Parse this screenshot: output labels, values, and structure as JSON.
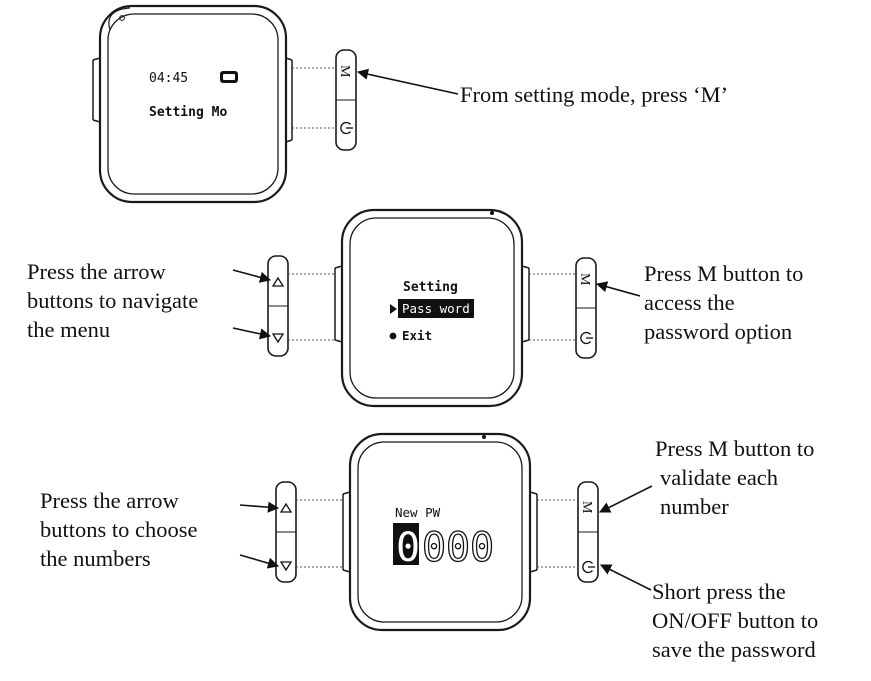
{
  "colors": {
    "ink": "#111111",
    "line": "#1a1a1a",
    "guide": "#555555",
    "background": "#ffffff",
    "highlight_bg": "#111111",
    "highlight_fg": "#ffffff"
  },
  "panel1": {
    "screen": {
      "time": "04:45",
      "battery_icon": "battery-icon",
      "mode_text": "Setting Mo"
    },
    "side_buttons": {
      "m_label": "M",
      "power_icon": "power-icon"
    },
    "caption": "From setting mode, press ‘M’"
  },
  "panel2": {
    "screen": {
      "title": "Setting",
      "selected_item": "Pass word",
      "other_item": "Exit",
      "pointer_icon": "triangle-pointer-icon",
      "bullet_icon": "bullet-icon"
    },
    "side_buttons": {
      "up_icon": "up-triangle-icon",
      "down_icon": "down-triangle-icon",
      "m_label": "M",
      "power_icon": "power-icon"
    },
    "caption_left": [
      "Press the arrow",
      "buttons to navigate",
      "the menu"
    ],
    "caption_right": [
      "Press M button to",
      "access the",
      "password option"
    ]
  },
  "panel3": {
    "screen": {
      "label": "New PW",
      "digits": [
        "0",
        "0",
        "0",
        "0"
      ]
    },
    "side_buttons": {
      "up_icon": "up-triangle-icon",
      "down_icon": "down-triangle-icon",
      "m_label": "M",
      "power_icon": "power-icon"
    },
    "caption_left": [
      "Press the arrow",
      "buttons to choose",
      "the numbers"
    ],
    "caption_right_top": [
      "Press M button to",
      "validate each",
      "number"
    ],
    "caption_right_bottom": [
      "Short press the",
      "ON/OFF button to",
      "save the password"
    ]
  }
}
